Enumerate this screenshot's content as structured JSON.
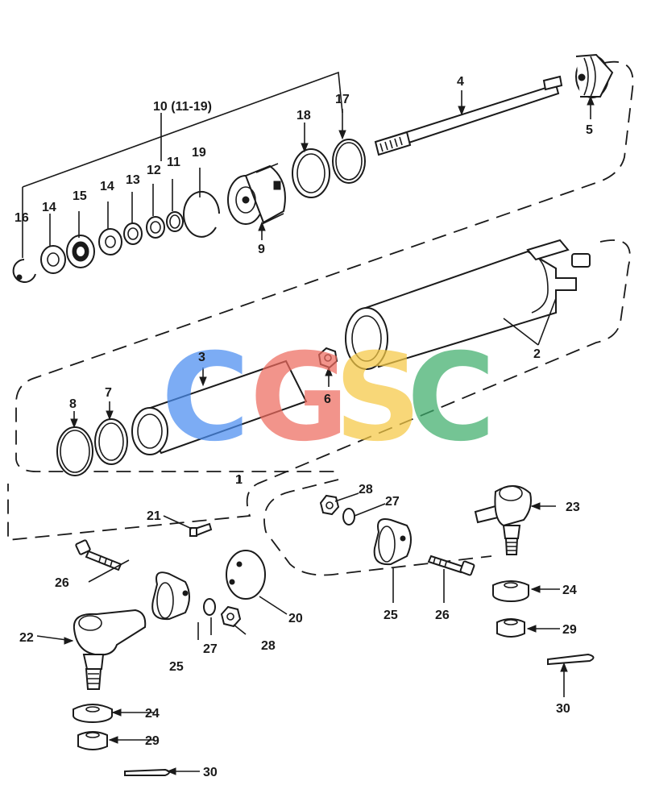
{
  "diagram": {
    "callouts": [
      "1",
      "2",
      "3",
      "4",
      "5",
      "6",
      "7",
      "8",
      "9",
      "10 (11-19)",
      "11",
      "12",
      "13",
      "14",
      "14",
      "15",
      "16",
      "17",
      "18",
      "19",
      "20",
      "21",
      "22",
      "23",
      "24",
      "24",
      "25",
      "25",
      "26",
      "26",
      "27",
      "27",
      "28",
      "28",
      "29",
      "29",
      "30",
      "30"
    ]
  },
  "watermark": {
    "letters": [
      "C",
      "G",
      "S",
      "C"
    ],
    "colors": [
      "#4a8df0",
      "#ee6b5f",
      "#f6c945",
      "#3fae6c"
    ]
  }
}
